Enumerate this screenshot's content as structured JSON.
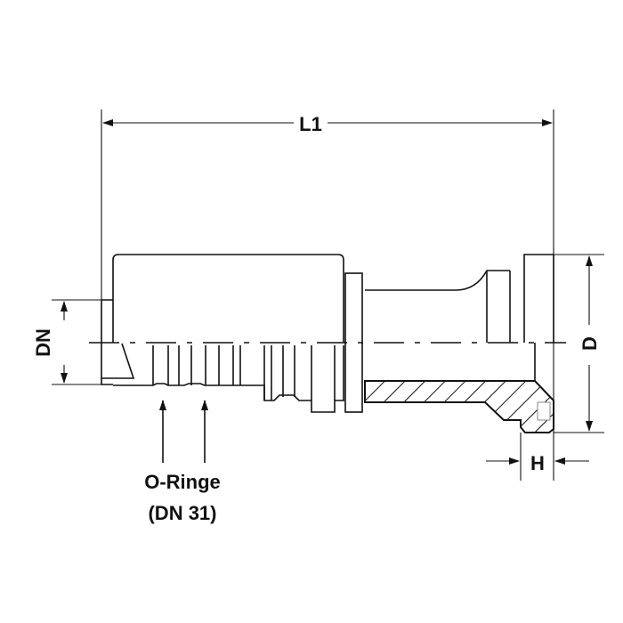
{
  "drawing": {
    "title": "Hose fitting with flange – dimension drawing",
    "dimensions": {
      "length_label": "L1",
      "nominal_diameter_label": "DN",
      "outer_diameter_label": "D",
      "height_label": "H"
    },
    "annotation": {
      "line1": "O-Ringe",
      "line2": "(DN 31)"
    },
    "colors": {
      "line": "#111111",
      "background": "#ffffff"
    }
  }
}
